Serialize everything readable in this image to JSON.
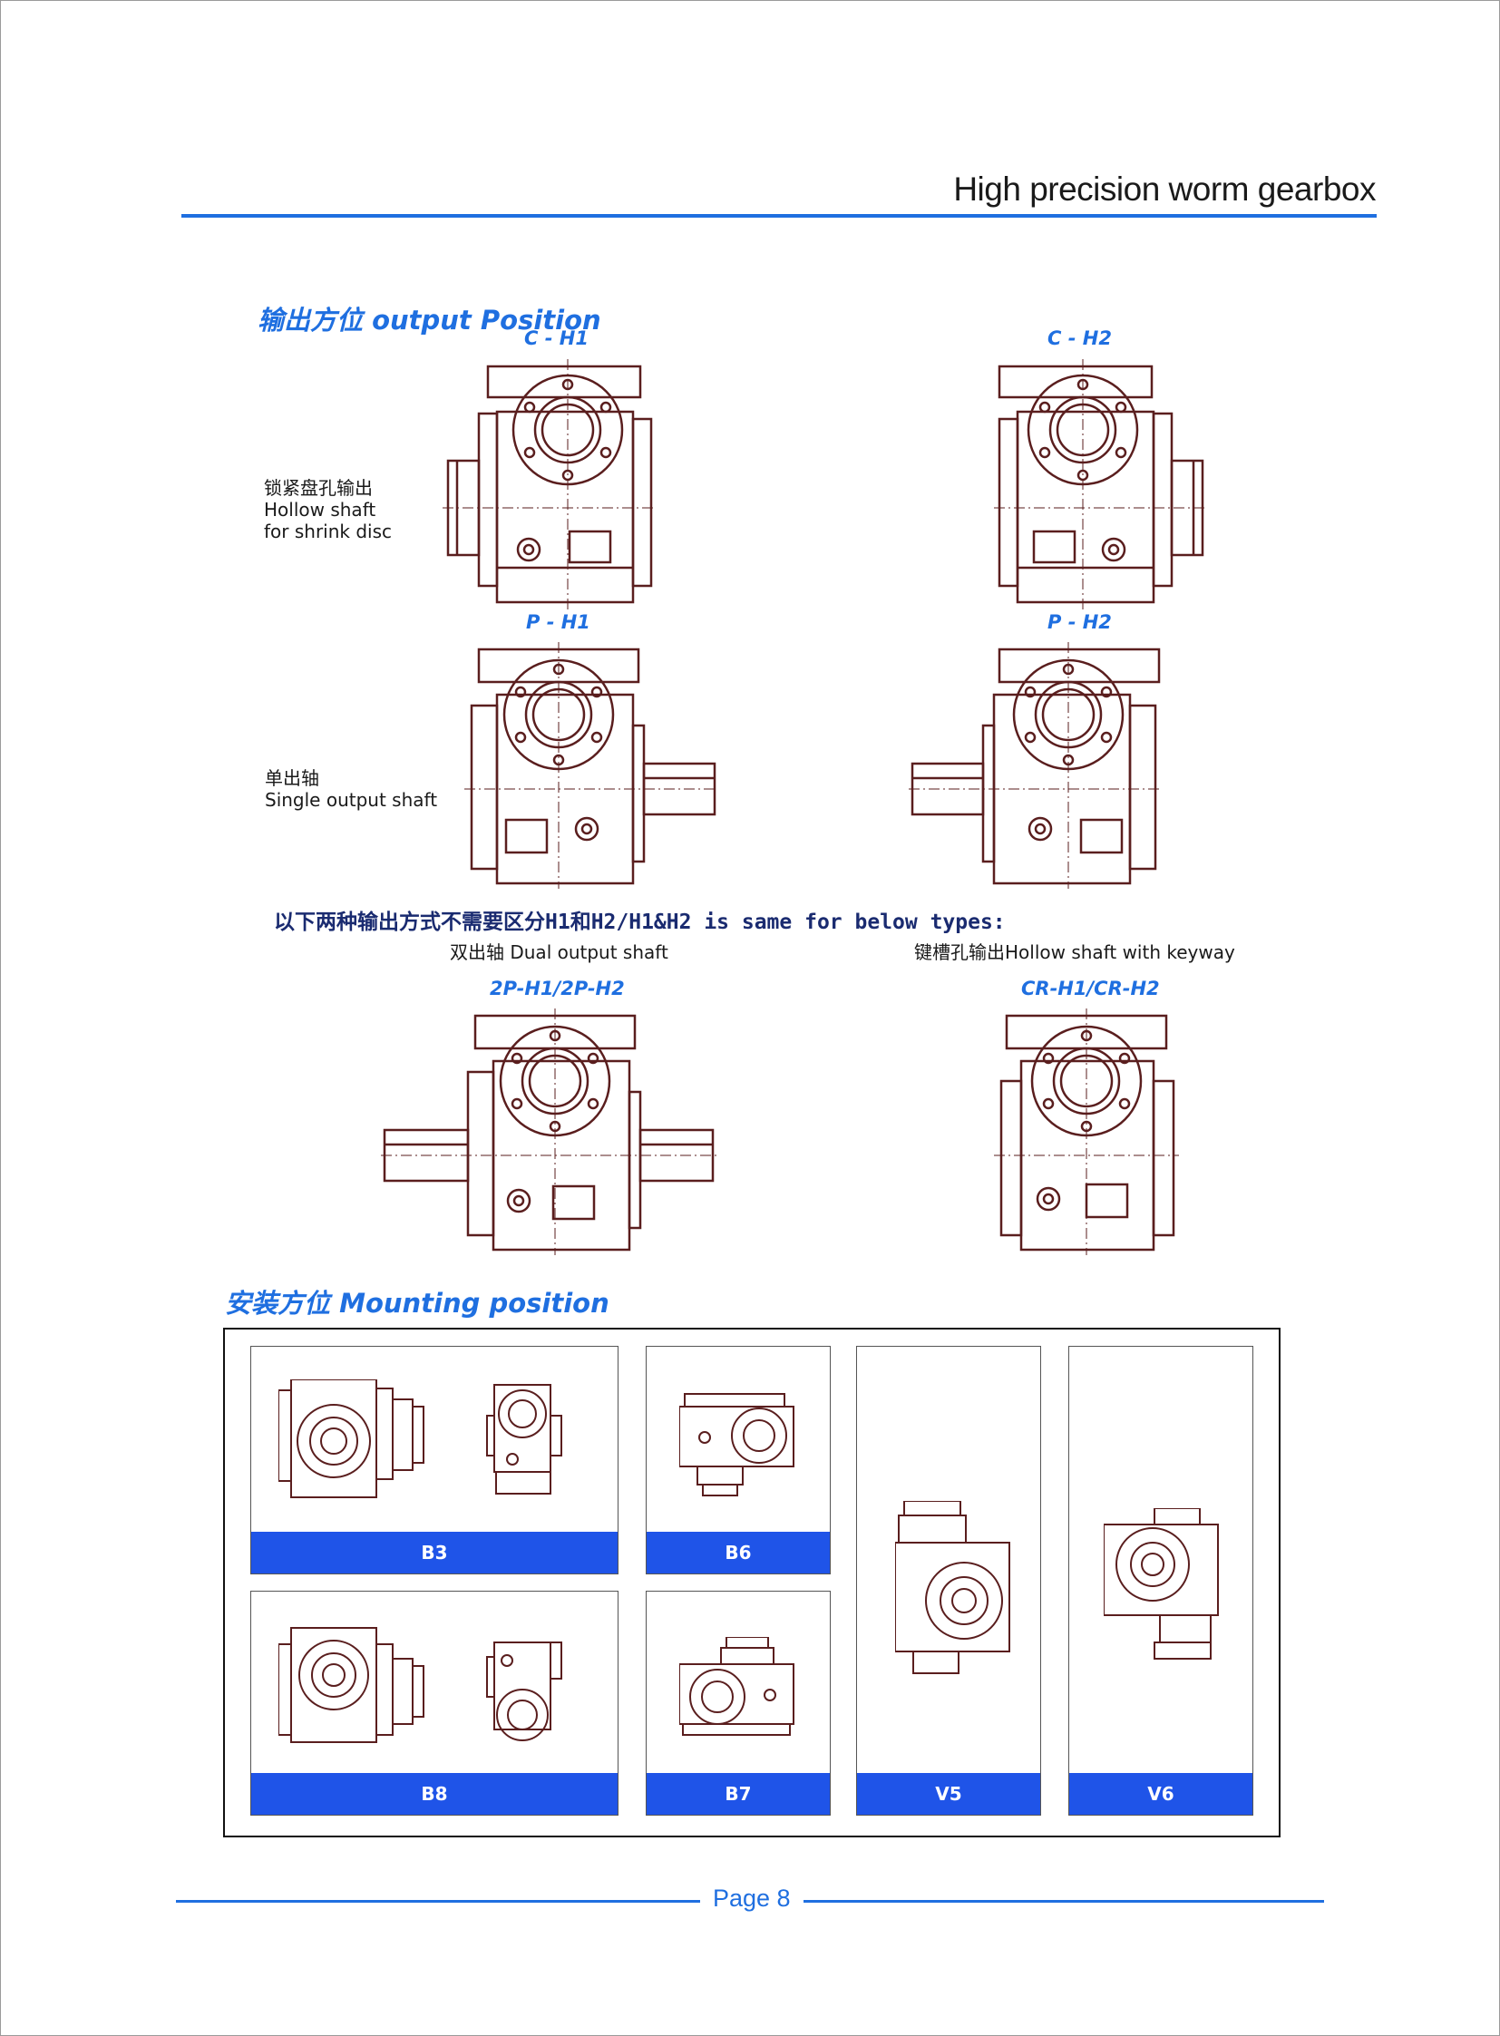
{
  "header": {
    "title": "High precision worm gearbox"
  },
  "output_section": {
    "title": "输出方位 output Position",
    "labels": {
      "c_h1": "C -  H1",
      "c_h2": "C - H2",
      "p_h1": "P - H1",
      "p_h2": "P - H2",
      "dual": "2P-H1/2P-H2",
      "cr": "CR-H1/CR-H2"
    },
    "hollow_shrink": {
      "cn": "锁紧盘孔输出",
      "en1": "Hollow  shaft",
      "en2": "for shrink disc"
    },
    "single_output": {
      "cn": "单出轴",
      "en": "Single output shaft"
    },
    "note": "以下两种输出方式不需要区分H1和H2/H1&H2 is same for below types:",
    "dual_caption": "双出轴 Dual output shaft",
    "keyway_caption": "键槽孔输出Hollow shaft with keyway"
  },
  "mounting_section": {
    "title": "安装方位 Mounting position",
    "cells": [
      {
        "label": "B3"
      },
      {
        "label": "B6"
      },
      {
        "label": "V5"
      },
      {
        "label": "V6"
      },
      {
        "label": "B8"
      },
      {
        "label": "B7"
      }
    ]
  },
  "footer": {
    "page": "Page 8"
  },
  "colors": {
    "accent": "#1f6fe0",
    "bar": "#1f54e8",
    "line": "#5a1e1e"
  }
}
